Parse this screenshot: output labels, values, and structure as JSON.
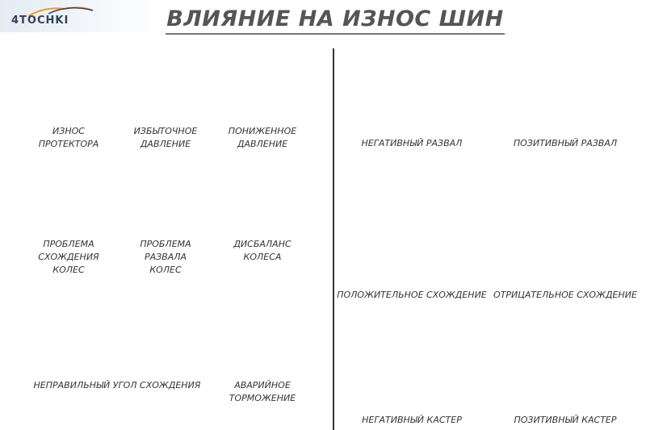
{
  "logo": {
    "text": "4TOCHKI",
    "brand_colors": [
      "#f39a2b",
      "#33415a"
    ]
  },
  "title": "ВЛИЯНИЕ НА ИЗНОС ШИН",
  "tires": [
    {
      "label": "Износ\nпротектора",
      "pattern": "center-wear"
    },
    {
      "label": "Избыточное\nдавление",
      "pattern": "center-wear"
    },
    {
      "label": "Пониженное\nдавление",
      "pattern": "edge-wear"
    },
    {
      "label": "Проблема\nсхождения\nколес",
      "pattern": "feathered"
    },
    {
      "label": "Проблема\nразвала\nколес",
      "pattern": "one-side"
    },
    {
      "label": "Дисбаланс\nколеса",
      "pattern": "cupping"
    },
    {
      "label": "Неправильный угол схождения",
      "pattern": "side-view"
    },
    {
      "label": "Аварийное\nторможение",
      "pattern": "flat-spot"
    }
  ],
  "cars": [
    {
      "label": "Негативный развал",
      "view": "front"
    },
    {
      "label": "Позитивный развал",
      "view": "front"
    },
    {
      "label": "Положительное схождение",
      "view": "top"
    },
    {
      "label": "Отрицательное схождение",
      "view": "top"
    },
    {
      "label": "Негативный кастер",
      "view": "side"
    },
    {
      "label": "Позитивный кастер",
      "view": "side"
    }
  ],
  "colors": {
    "car": "#f3e63a",
    "tire": "#1e1e1e",
    "text": "#333333"
  }
}
